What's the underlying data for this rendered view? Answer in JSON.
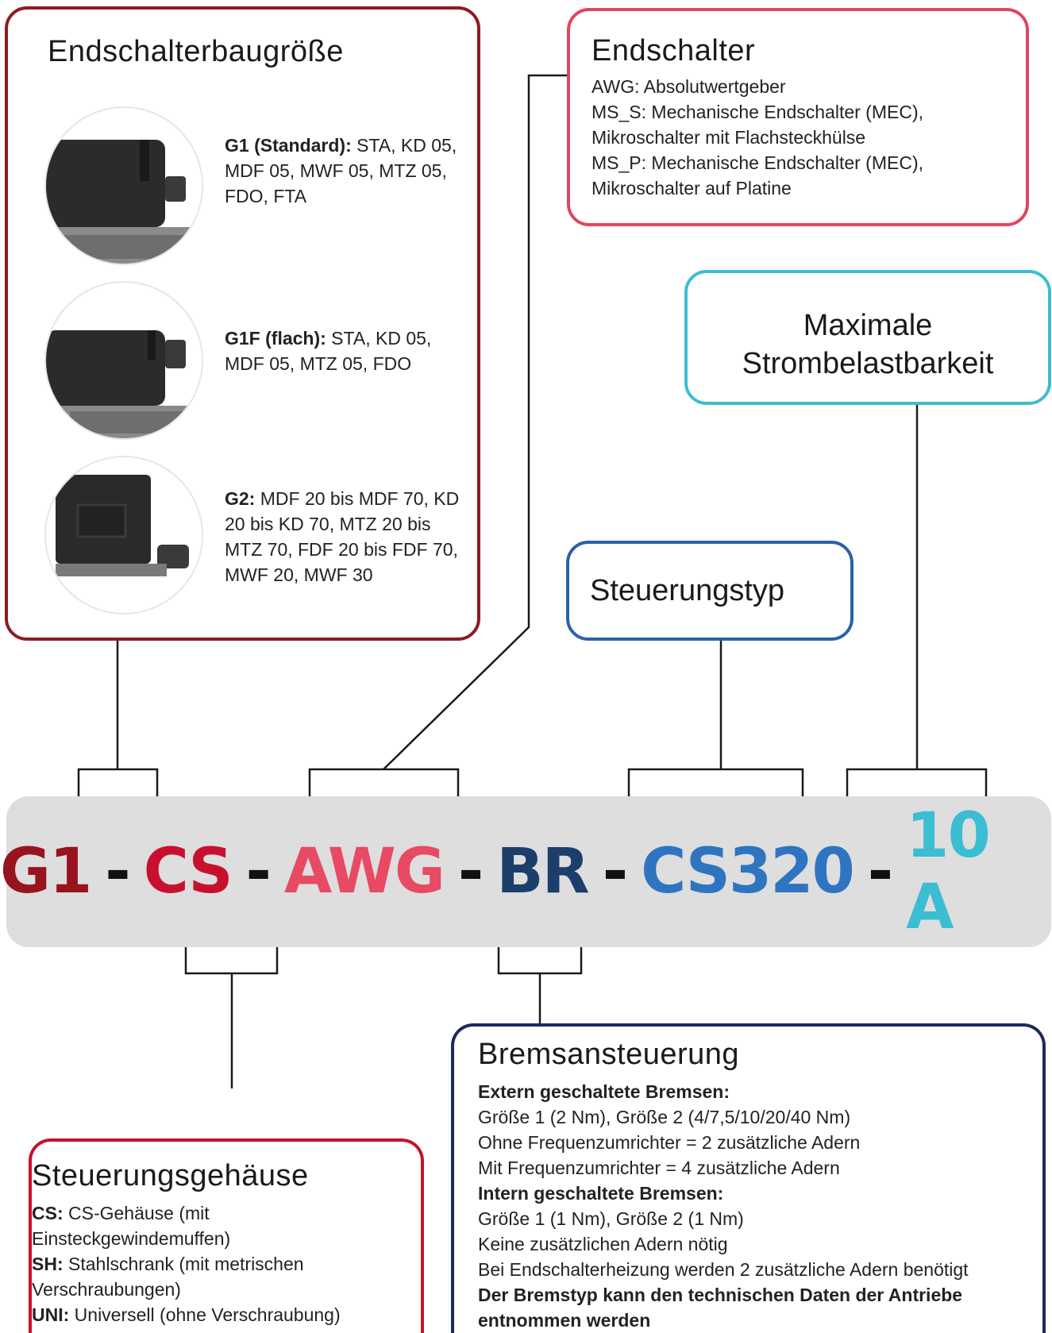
{
  "colors": {
    "g1": "#99131e",
    "cs": "#c8102e",
    "awg": "#e84a63",
    "br": "#1b3e6b",
    "cs320": "#2f74c0",
    "amp": "#3bbdd3",
    "band": "#dedede",
    "brake_border": "#1f2a5a"
  },
  "code": {
    "g1": "G1",
    "cs": "CS",
    "awg": "AWG",
    "br": "BR",
    "cs320": "CS320",
    "amp": "10 A",
    "separator": "-"
  },
  "size_box": {
    "title": "Endschalterbaugröße",
    "items": [
      {
        "label": "G1 (Standard):",
        "text": " STA, KD 05, MDF 05, MWF 05, MTZ 05, FDO, FTA",
        "icon": "g1-limit-switch-photo"
      },
      {
        "label": "G1F (flach):",
        "text": " STA, KD 05, MDF 05, MTZ 05, FDO",
        "icon": "g1f-limit-switch-photo"
      },
      {
        "label": "G2:",
        "text": " MDF 20 bis MDF 70, KD 20 bis KD 70, MTZ 20 bis MTZ 70, FDF 20 bis FDF 70, MWF 20, MWF 30",
        "icon": "g2-limit-switch-photo"
      }
    ]
  },
  "endschalter_box": {
    "title": "Endschalter",
    "lines": [
      "AWG: Absolutwertgeber",
      "MS_S: Mechanische Endschalter (MEC),",
      "Mikroschalter mit Flachsteckhülse",
      "MS_P: Mechanische Endschalter (MEC),",
      "Mikroschalter auf Platine"
    ]
  },
  "current_box": {
    "title_line1": "Maximale",
    "title_line2": "Strombelastbarkeit"
  },
  "control_type_box": {
    "title": "Steuerungstyp"
  },
  "housing_box": {
    "title": "Steuerungsgehäuse",
    "entries": [
      {
        "label": "CS:",
        "text": " CS-Gehäuse (mit Einsteckgewindemuffen)"
      },
      {
        "label": "SH:",
        "text": " Stahlschrank (mit metrischen Verschraubungen)"
      },
      {
        "label": "UNI:",
        "text": " Universell (ohne Verschraubung)"
      }
    ]
  },
  "brake_box": {
    "title": "Bremsansteuerung",
    "extern_heading": "Extern geschaltete Bremsen:",
    "extern_lines": [
      "Größe 1 (2 Nm), Größe 2 (4/7,5/10/20/40 Nm)",
      "Ohne Frequenzumrichter = 2 zusätzliche Adern",
      "Mit Frequenzumrichter = 4 zusätzliche Adern"
    ],
    "intern_heading": "Intern geschaltete Bremsen:",
    "intern_lines": [
      "Größe 1 (1 Nm), Größe 2 (1 Nm)",
      "Keine zusätzlichen Adern nötig",
      "Bei Endschalterheizung werden 2 zusätzliche Adern benötigt"
    ],
    "note": "Der Bremstyp kann den technischen Daten der Antriebe entnommen werden"
  }
}
